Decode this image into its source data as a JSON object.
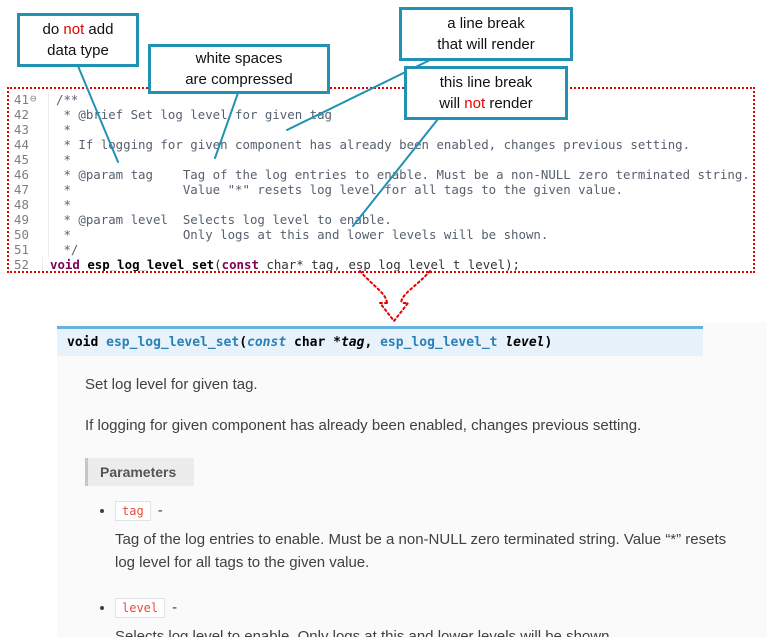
{
  "callout1": {
    "t1a": "do ",
    "t1b": "not",
    "t1c": " add",
    "t2": "data type"
  },
  "callout2": {
    "t1": "white spaces",
    "t2": "are compressed"
  },
  "callout3": {
    "t1": "a line break",
    "t2": "that will render"
  },
  "callout4": {
    "t1": "this line break",
    "t2a": "will ",
    "t2b": "not",
    "t2c": " render"
  },
  "code": {
    "fold_icon": "⊖",
    "numbers_text": "41\n42\n43\n44\n45\n46\n47\n48\n49\n50\n51",
    "lines_text": "/**\n * @brief Set log level for given tag\n *\n * If logging for given component has already been enabled, changes previous setting.\n *\n * @param tag    Tag of the log entries to enable. Must be a non-NULL zero terminated string.\n *               Value \"*\" resets log level for all tags to the given value.\n *\n * @param level  Selects log level to enable.\n *               Only logs at this and lower levels will be shown.\n */",
    "sig_num": "52",
    "sig": {
      "kw1": "void",
      "sp": " ",
      "name": "esp_log_level_set",
      "p1": "(",
      "kw2": "const",
      "rest": " char* tag, esp_log_level_t level);"
    }
  },
  "doc": {
    "signature": {
      "s0": "void ",
      "s1": "esp_log_level_set",
      "s2": "(",
      "s3": "const",
      "s4": " char *",
      "s5": "tag",
      "s6": ", ",
      "s7": "esp_log_level_t",
      "s8": " ",
      "s9": "level",
      "s10": ")"
    },
    "p1": "Set log level for given tag.",
    "p2": "If logging for given component has already been enabled, changes previous setting.",
    "params_label": "Parameters",
    "items": [
      {
        "name": "tag",
        "dash": "-",
        "desc": "Tag of the log entries to enable. Must be a non-NULL zero terminated string. Value “*” resets log level for all tags to the given value."
      },
      {
        "name": "level",
        "dash": "-",
        "desc": "Selects log level to enable. Only logs at this and lower levels will be shown."
      }
    ]
  },
  "colors": {
    "callout_border": "#2191b4",
    "red_dotted": "#e60000",
    "accent_blue": "#2980b9",
    "sig_bar_bg": "#e7f2fa",
    "sig_bar_border": "#6ab0de"
  }
}
